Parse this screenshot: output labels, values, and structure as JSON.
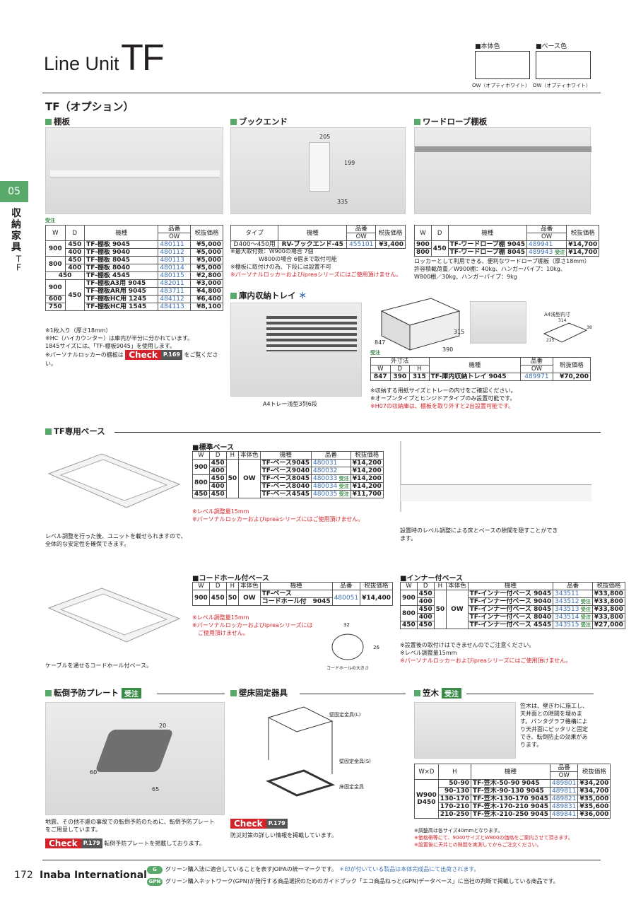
{
  "header": {
    "title_a": "Line Unit",
    "title_b": "TF",
    "body_color": "■本体色",
    "base_color": "■ベース色",
    "body_swatch": "OW（オプティホワイト）",
    "base_swatch": "OW（オプティホワイト）"
  },
  "side": {
    "tab": "05",
    "text": "収納家具",
    "sub": "ＴＦ"
  },
  "section_title": "TF（オプション）",
  "shelf": {
    "title": "棚板",
    "tag": "受注",
    "headers": [
      "W",
      "D",
      "機種",
      "品番",
      "税抜価格"
    ],
    "sub_header": "OW",
    "rows": [
      [
        "900",
        "450",
        "TF-棚板 9045",
        "480111",
        "¥5,000"
      ],
      [
        "",
        "400",
        "TF-棚板 9040",
        "480112",
        "¥5,000"
      ],
      [
        "800",
        "450",
        "TF-棚板 8045",
        "480113",
        "¥5,000"
      ],
      [
        "",
        "400",
        "TF-棚板 8040",
        "480114",
        "¥5,000"
      ],
      [
        "450",
        "",
        "TF-棚板 4545",
        "480115",
        "¥2,800"
      ],
      [
        "900",
        "450",
        "TF-棚板A3用 9045",
        "482011",
        "¥3,000"
      ],
      [
        "",
        "",
        "TF-棚板AR用 9045",
        "483711",
        "¥4,800"
      ],
      [
        "600",
        "",
        "TF-棚板HC用 1245",
        "484112",
        "¥6,400"
      ],
      [
        "750",
        "",
        "TF-棚板HC用 1545",
        "484113",
        "¥8,100"
      ]
    ],
    "notes": [
      "※1枚入り（厚さ18mm）",
      "※HC（ハイカウンター）は庫内が半分に分かれています。",
      "1845サイズには、「TF-棚板9045」を使用します。"
    ],
    "note_check": "※パーソナルロッカーの棚板は",
    "check": "Check",
    "check_page": "P.169",
    "note_after": "をご覧ください。"
  },
  "bookend": {
    "title": "ブックエンド",
    "dims": [
      "205",
      "199",
      "335"
    ],
    "headers": [
      "タイプ",
      "機種",
      "品番",
      "税抜価格"
    ],
    "sub_header": "OW",
    "row": [
      "D400〜450用",
      "RV-ブックエンド-45",
      "455101",
      "¥3,400"
    ],
    "notes": [
      "※最大取付数：W900の場合 7個",
      "W800の場合 6個まで取付可能",
      "※棚板に取付けの為、下段には設置不可"
    ],
    "note_red": "※パーソナルロッカーおよびipreaシリーズにはご使用頂けません。"
  },
  "wardrobe": {
    "title": "ワードローブ棚板",
    "headers": [
      "W",
      "D",
      "機種",
      "品番",
      "税抜価格"
    ],
    "sub_header": "OW",
    "rows": [
      [
        "900",
        "450",
        "TF-ワードローブ棚 9045",
        "489941",
        "¥14,700",
        ""
      ],
      [
        "800",
        "",
        "TF-ワードローブ棚 8045",
        "489943",
        "¥14,700",
        "受注"
      ]
    ],
    "notes": [
      "ロッカーとして利用できる、便利なワードローブ棚板（厚さ18mm）",
      "許容積載荷重／W900棚：40kg、ハンガーパイプ：10kg、",
      "W800棚／30kg、ハンガーパイプ：9kg"
    ]
  },
  "tray": {
    "title": "庫内収納トレイ",
    "star": "＊",
    "dims": [
      "847",
      "315",
      "390"
    ],
    "a4label": "A4浅型内寸",
    "a4dims": [
      "314",
      "225",
      "38"
    ],
    "caption": "A4トレー浅型3列6段",
    "tag": "受注",
    "headers": [
      "外寸法",
      "機種",
      "品番",
      "税抜価格"
    ],
    "sub": [
      "W",
      "D",
      "H",
      "OW"
    ],
    "row": [
      "847",
      "390",
      "315",
      "TF-庫内収納トレイ 9045",
      "489971",
      "¥70,200"
    ],
    "notes": [
      "※収納する用紙サイズとトレーの内寸をご確認ください。",
      "※オープンタイプとヒンジドアタイプのみ設置可能です。"
    ],
    "note_red": "※H07の収納庫は、棚板を取り外すと2台設置可能です。"
  },
  "base": {
    "title": "TF専用ベース",
    "std_title": "■標準ベース",
    "headers": [
      "W",
      "D",
      "H",
      "本体色",
      "機種",
      "品番",
      "税抜価格"
    ],
    "rows": [
      [
        "900",
        "450",
        "50",
        "OW",
        "TF-ベース9045",
        "480031",
        "",
        "¥14,200"
      ],
      [
        "",
        "400",
        "",
        "",
        "TF-ベース9040",
        "480032",
        "",
        "¥14,200"
      ],
      [
        "800",
        "450",
        "",
        "",
        "TF-ベース8045",
        "480033",
        "受注",
        "¥14,200"
      ],
      [
        "",
        "400",
        "",
        "",
        "TF-ベース8040",
        "480034",
        "受注",
        "¥14,200"
      ],
      [
        "450",
        "450",
        "",
        "",
        "TF-ベース4545",
        "480035",
        "受注",
        "¥11,700"
      ]
    ],
    "note_red": [
      "※レベル調整量15mm",
      "※パーソナルロッカーおよびipreaシリーズにはご使用頂けません。"
    ],
    "desc_left": [
      "レベル調整を行った後、ユニットを載せられますので、",
      "全体的な安定性を確保できます。"
    ],
    "desc_right": [
      "設置時のレベル調整による床とベースの隙間を隠すことができ",
      "ます。"
    ]
  },
  "cordbase": {
    "title": "■コードホール付ベース",
    "headers": [
      "W",
      "D",
      "H",
      "本体色",
      "機種",
      "品番",
      "税抜価格"
    ],
    "row": [
      "900",
      "450",
      "50",
      "OW",
      "TF-ベース",
      "コードホール付　9045",
      "480051",
      "¥14,400"
    ],
    "note_red": [
      "※レベル調整量15mm",
      "※パーソナルロッカーおよびipreaシリーズには",
      "ご使用頂けません。"
    ],
    "dims": [
      "32",
      "26"
    ],
    "holecap": "コードホールの大きさ",
    "desc": "ケーブルを通せるコードホール付ベース。"
  },
  "innerbase": {
    "title": "■インナー付ベース",
    "headers": [
      "W",
      "D",
      "H",
      "本体色",
      "機種",
      "品番",
      "税抜価格"
    ],
    "rows": [
      [
        "900",
        "450",
        "50",
        "OW",
        "TF-インナー付ベース 9045",
        "343511",
        "",
        "¥33,800"
      ],
      [
        "",
        "400",
        "",
        "",
        "TF-インナー付ベース 9040",
        "343512",
        "受注",
        "¥33,800"
      ],
      [
        "800",
        "450",
        "",
        "",
        "TF-インナー付ベース 8045",
        "343513",
        "受注",
        "¥33,800"
      ],
      [
        "",
        "400",
        "",
        "",
        "TF-インナー付ベース 8040",
        "343514",
        "受注",
        "¥33,800"
      ],
      [
        "450",
        "450",
        "",
        "",
        "TF-インナー付ベース 4545",
        "343515",
        "受注",
        "¥27,000"
      ]
    ],
    "notes": [
      "※設置後の取付けはできませんのでご注意ください。",
      "※レベル調整量15mm"
    ],
    "note_red": "※パーソナルロッカーおよびipreaシリーズにはご使用頂けません。"
  },
  "plate": {
    "title": "転倒予防プレート",
    "tag": "受注",
    "dims": [
      "20",
      "60",
      "65"
    ],
    "desc": [
      "地震、その他不慮の事故での転倒予防のために、転倒予防プレート",
      "をご用意しています。"
    ],
    "check": "Check",
    "check_page": "P.179",
    "check_text": "転倒予防プレートを掲載しております。"
  },
  "fixture": {
    "title": "壁床固定器具",
    "labels": [
      "壁固定金具(L)",
      "壁固定金具(S)",
      "床固定金具"
    ],
    "check": "Check",
    "check_page": "P.179",
    "desc": "防災対策の詳しい情報を掲載しています。"
  },
  "kasagi": {
    "title": "笠木",
    "tag": "受注",
    "desc": [
      "笠木は、壁ぎわに施工し、",
      "天井面との隙間を埋めま",
      "す。パンタグラフ機構によ",
      "り天井面にピッタリと固定",
      "でき、転倒防止の効果があ",
      "ります。"
    ],
    "headers": [
      "W×D",
      "H",
      "機種",
      "品番",
      "税抜価格"
    ],
    "sub_header": "OW",
    "wd": [
      "W900",
      "D450"
    ],
    "rows": [
      [
        "50-90",
        "TF-笠木-50-90 9045",
        "489801",
        "¥34,200"
      ],
      [
        "90-130",
        "TF-笠木-90-130 9045",
        "489811",
        "¥34,700"
      ],
      [
        "130-170",
        "TF-笠木-130-170 9045",
        "489821",
        "¥35,000"
      ],
      [
        "170-210",
        "TF-笠木-170-210 9045",
        "489831",
        "¥35,600"
      ],
      [
        "210-250",
        "TF-笠木-210-250 9045",
        "489841",
        "¥36,000"
      ]
    ],
    "notes": [
      "※調整高は各サイズ40mmとなります。"
    ],
    "note_red": [
      "※価格帯等にて、9040サイズとW800の価格をご案内させて頂きます。",
      "※設置後に天井との隙間を実測してからご注文ください。"
    ]
  },
  "footer": {
    "page": "172",
    "company": "Inaba International",
    "g1": "G",
    "g1_text": "グリーン購入法に適合していることを表すJOIFAの統一マークです。",
    "g1_note": "＊印が付いている製品は本体完成品にて出荷されます。",
    "g2": "GPN",
    "g2_text": "グリーン購入ネットワーク(GPN)が発行する商品選択のためのガイドブック「エコ商品ねっと(GPN)データベース」に当社の判断で掲載している商品です。"
  }
}
